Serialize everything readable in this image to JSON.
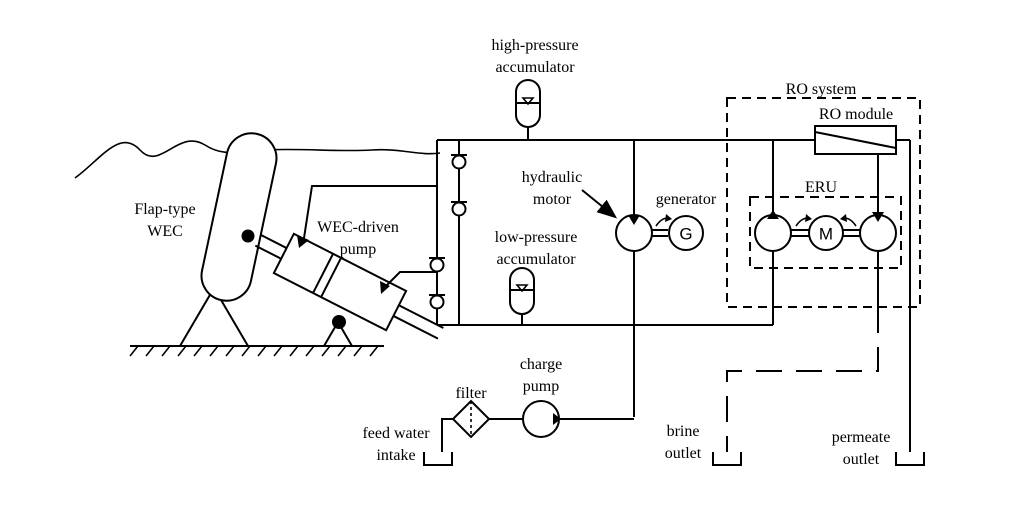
{
  "labels": {
    "flap_line1": "Flap-type",
    "flap_line2": "WEC",
    "wec_pump_line1": "WEC-driven",
    "wec_pump_line2": "pump",
    "hp_acc_line1": "high-pressure",
    "hp_acc_line2": "accumulator",
    "lp_acc_line1": "low-pressure",
    "lp_acc_line2": "accumulator",
    "motor_line1": "hydraulic",
    "motor_line2": "motor",
    "generator": "generator",
    "generator_symbol": "G",
    "ro_system": "RO system",
    "ro_module": "RO module",
    "eru": "ERU",
    "eru_motor_symbol": "M",
    "filter": "filter",
    "charge_pump_line1": "charge",
    "charge_pump_line2": "pump",
    "feed_line1": "feed water",
    "feed_line2": "intake",
    "brine_line1": "brine",
    "brine_line2": "outlet",
    "permeate_line1": "permeate",
    "permeate_line2": "outlet"
  }
}
